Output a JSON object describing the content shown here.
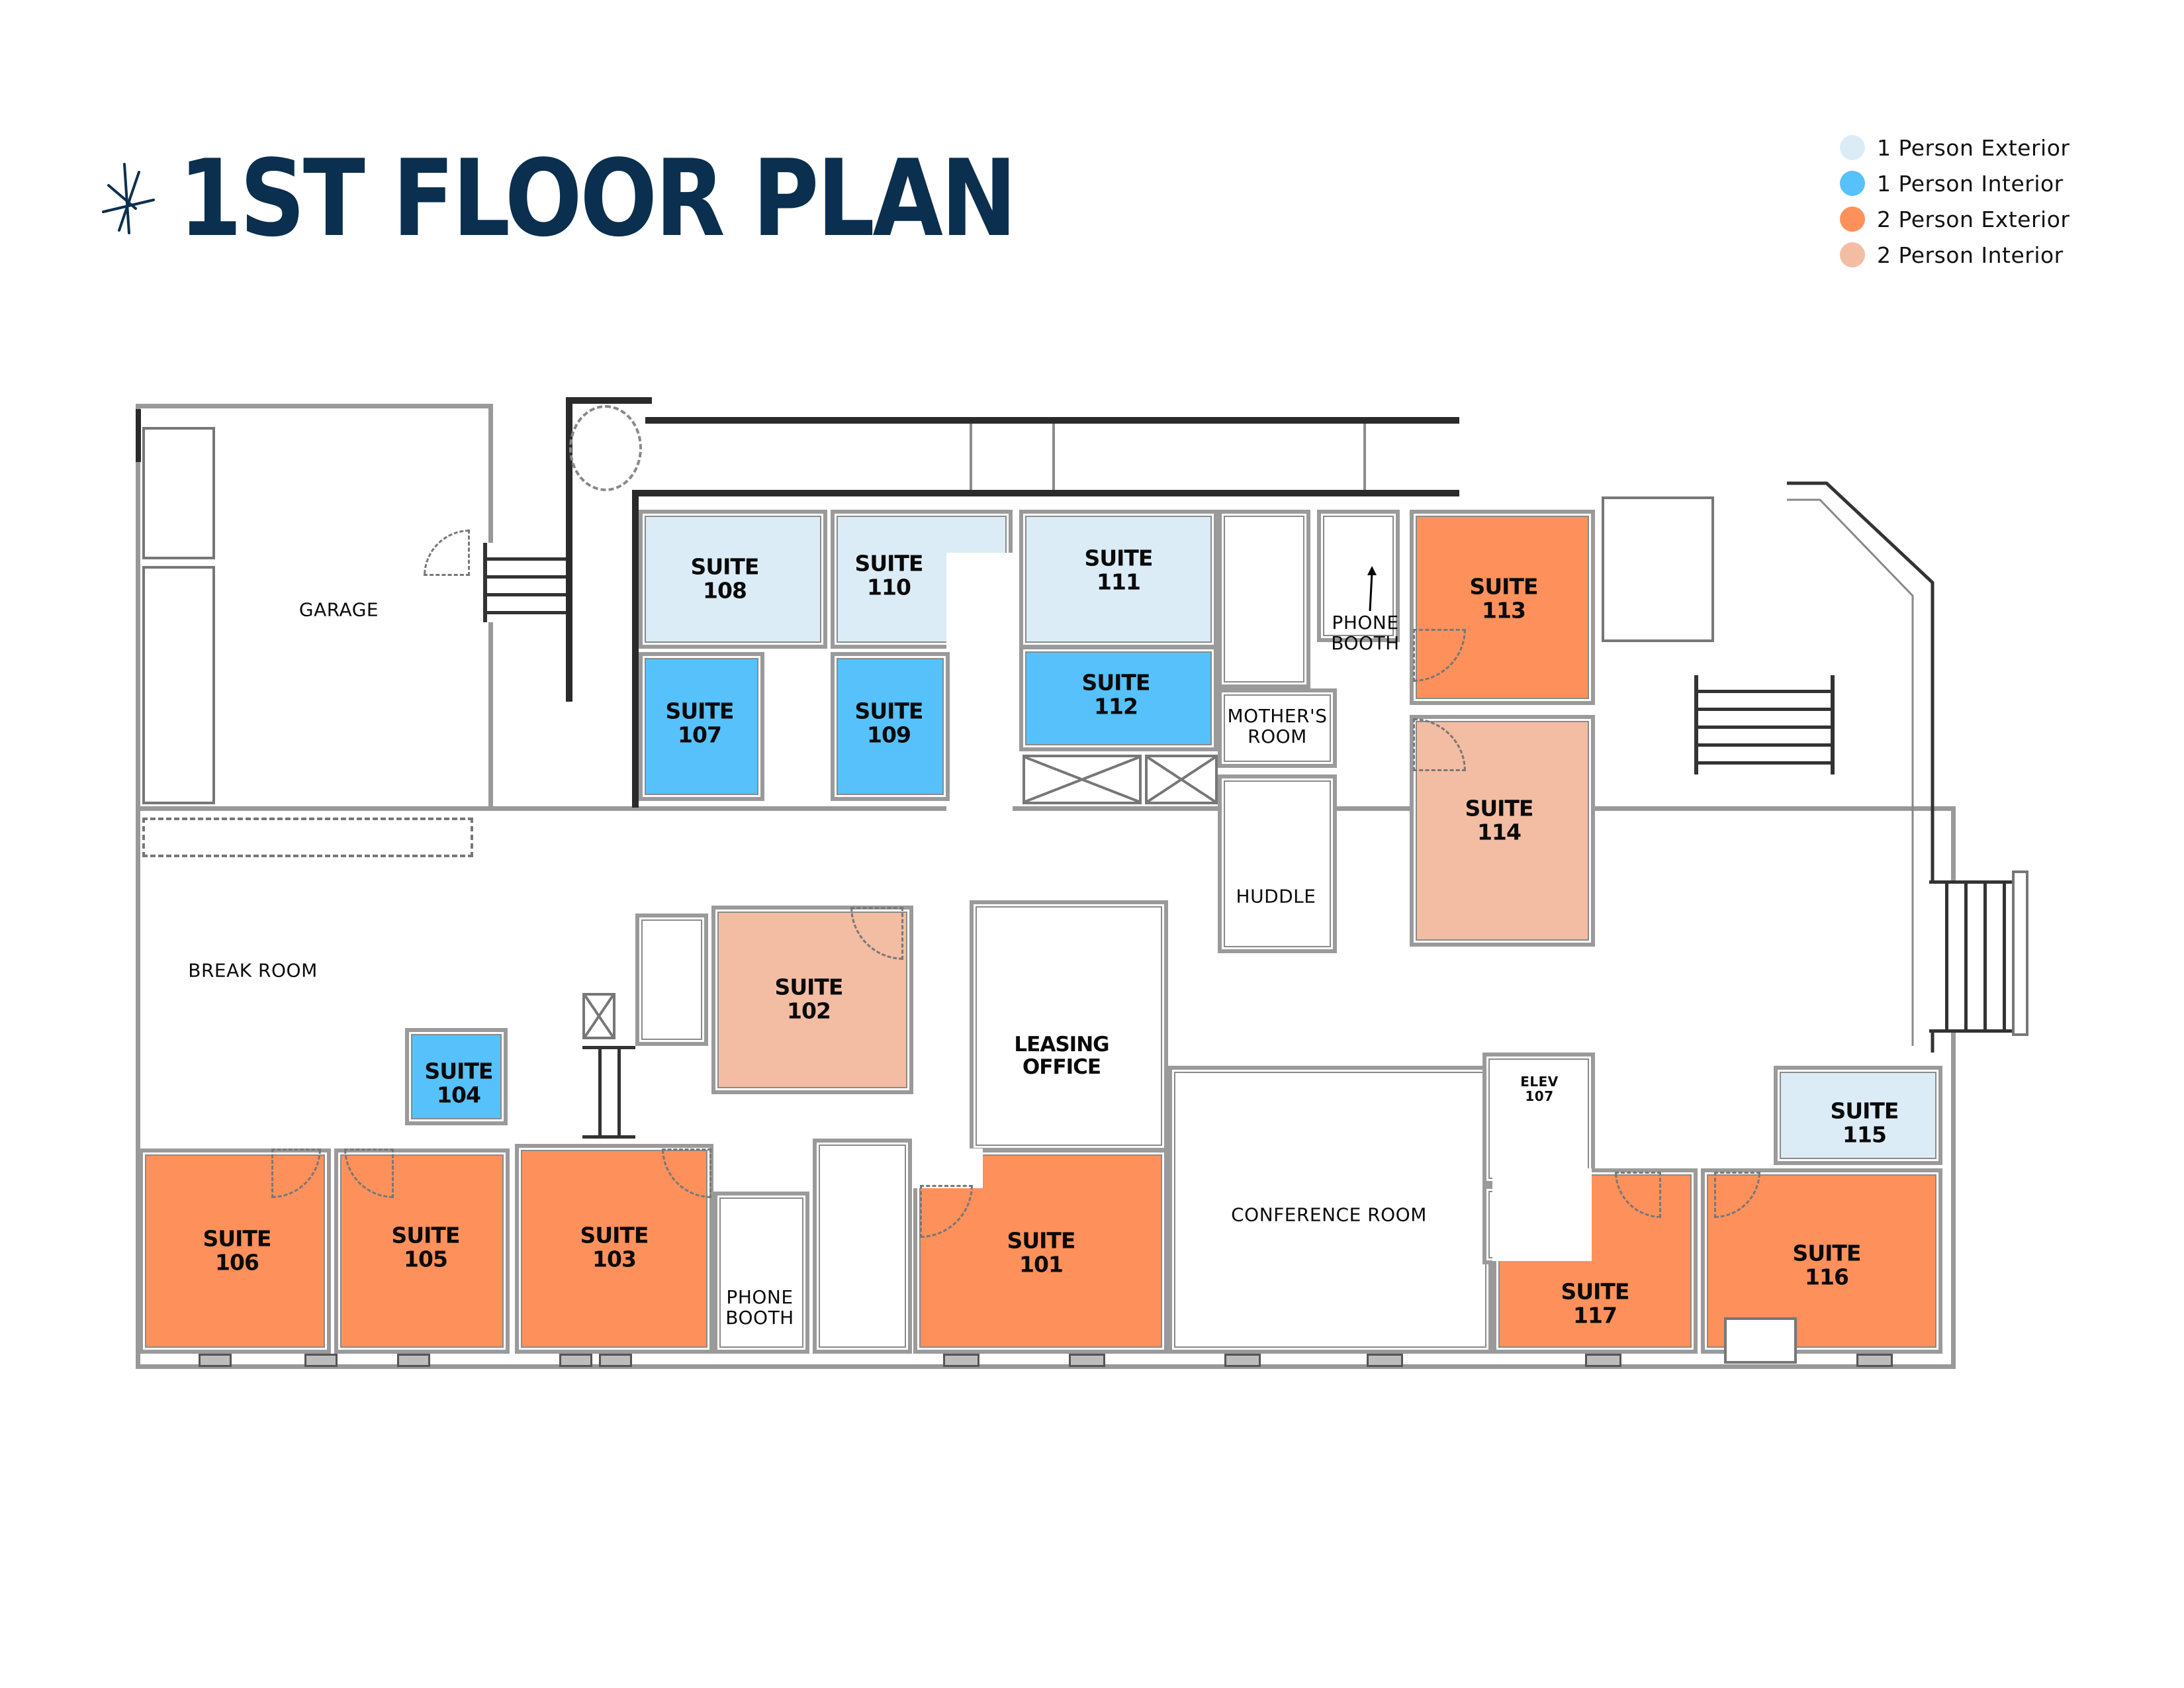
{
  "header": {
    "title": "1ST FLOOR PLAN",
    "logo_icon": "starburst-logo-icon",
    "title_color": "#0b2f4e"
  },
  "legend": {
    "items": [
      {
        "label": "1 Person Exterior",
        "color": "#dcecf7"
      },
      {
        "label": "1 Person Interior",
        "color": "#56c1fa"
      },
      {
        "label": "2 Person Exterior",
        "color": "#fe915b"
      },
      {
        "label": "2 Person Interior",
        "color": "#f3bda3"
      }
    ]
  },
  "suites": [
    {
      "id": "101",
      "line1": "SUITE",
      "line2": "101",
      "type": "2 Person Exterior"
    },
    {
      "id": "102",
      "line1": "SUITE",
      "line2": "102",
      "type": "2 Person Interior"
    },
    {
      "id": "103",
      "line1": "SUITE",
      "line2": "103",
      "type": "2 Person Exterior"
    },
    {
      "id": "104",
      "line1": "SUITE",
      "line2": "104",
      "type": "1 Person Interior"
    },
    {
      "id": "105",
      "line1": "SUITE",
      "line2": "105",
      "type": "2 Person Exterior"
    },
    {
      "id": "106",
      "line1": "SUITE",
      "line2": "106",
      "type": "2 Person Exterior"
    },
    {
      "id": "107",
      "line1": "SUITE",
      "line2": "107",
      "type": "1 Person Interior"
    },
    {
      "id": "108",
      "line1": "SUITE",
      "line2": "108",
      "type": "1 Person Exterior"
    },
    {
      "id": "109",
      "line1": "SUITE",
      "line2": "109",
      "type": "1 Person Interior"
    },
    {
      "id": "110",
      "line1": "SUITE",
      "line2": "110",
      "type": "1 Person Exterior"
    },
    {
      "id": "111",
      "line1": "SUITE",
      "line2": "111",
      "type": "1 Person Exterior"
    },
    {
      "id": "112",
      "line1": "SUITE",
      "line2": "112",
      "type": "1 Person Interior"
    },
    {
      "id": "113",
      "line1": "SUITE",
      "line2": "113",
      "type": "2 Person Exterior"
    },
    {
      "id": "114",
      "line1": "SUITE",
      "line2": "114",
      "type": "2 Person Interior"
    },
    {
      "id": "115",
      "line1": "SUITE",
      "line2": "115",
      "type": "1 Person Exterior"
    },
    {
      "id": "116",
      "line1": "SUITE",
      "line2": "116",
      "type": "2 Person Exterior"
    },
    {
      "id": "117",
      "line1": "SUITE",
      "line2": "117",
      "type": "2 Person Exterior"
    }
  ],
  "rooms": {
    "garage": "GARAGE",
    "break_room": "BREAK ROOM",
    "phone_booth_top": "PHONE\nBOOTH",
    "phone_booth_bottom": "PHONE\nBOOTH",
    "mothers_room": "MOTHER'S\nROOM",
    "huddle": "HUDDLE",
    "leasing_office": "LEASING\nOFFICE",
    "conference_room": "CONFERENCE ROOM",
    "elevator": "ELEV\n107"
  }
}
